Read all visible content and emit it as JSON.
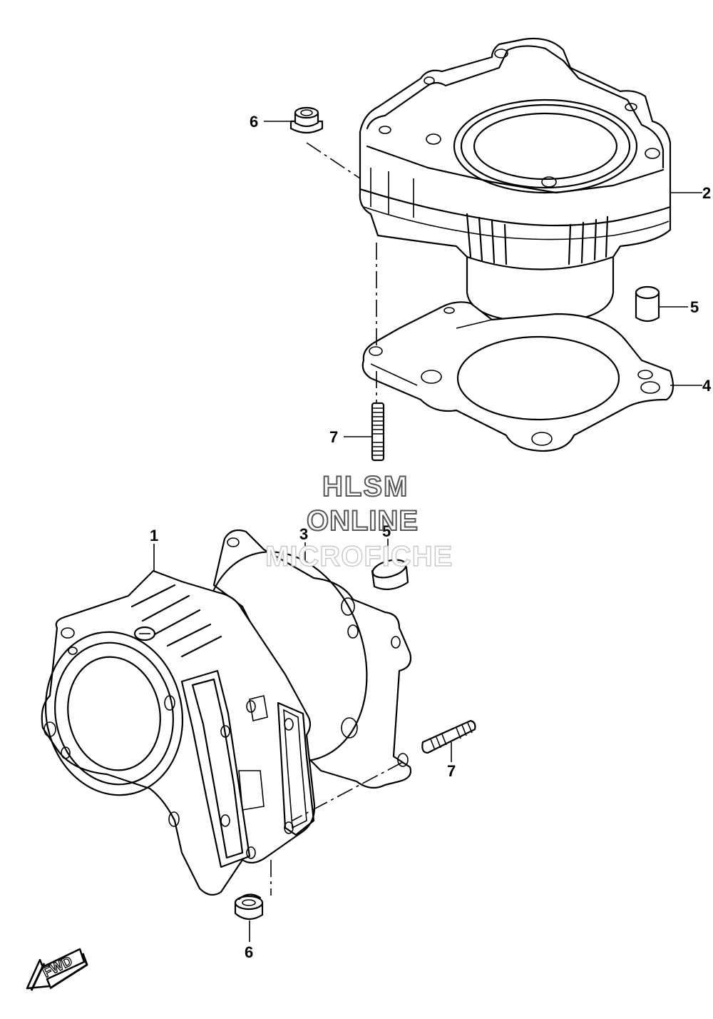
{
  "callouts": {
    "c1": "1",
    "c2": "2",
    "c3": "3",
    "c4": "4",
    "c5_top": "5",
    "c5_bottom": "5",
    "c6_top": "6",
    "c6_bottom": "6",
    "c7_top": "7",
    "c7_bottom": "7"
  },
  "watermark": {
    "line1": "HLSM",
    "line2": "ONLINE",
    "line3": "MICROFICHE"
  },
  "fwd_arrow": {
    "label": "FWD"
  }
}
